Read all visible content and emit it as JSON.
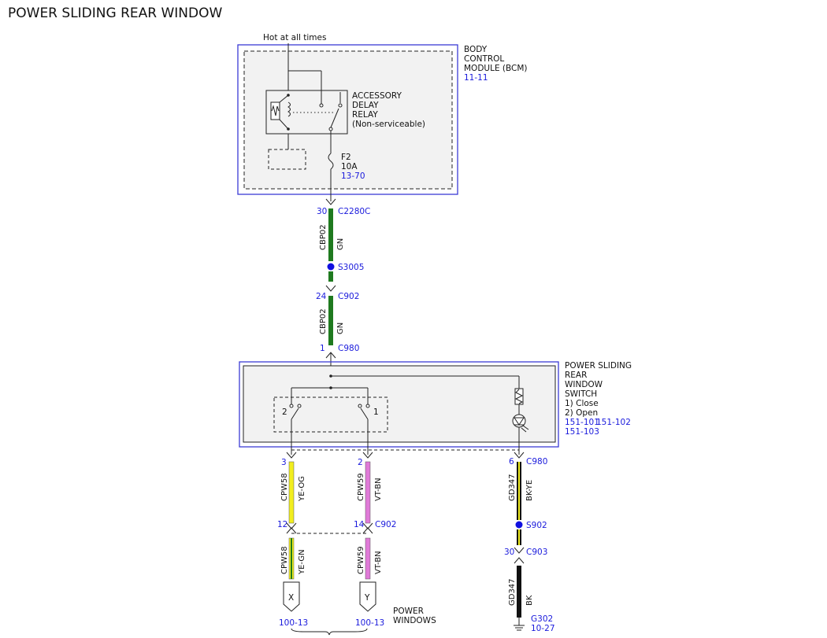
{
  "title": "POWER SLIDING REAR WINDOW",
  "supply_label": "Hot at all times",
  "bcm": {
    "name_lines": [
      "BODY",
      "CONTROL",
      "MODULE (BCM)"
    ],
    "ref": "11-11",
    "relay_lines": [
      "ACCESSORY",
      "DELAY",
      "RELAY",
      "(Non-serviceable)"
    ],
    "fuse": {
      "name": "F2",
      "rating": "10A",
      "ref": "13-70"
    }
  },
  "connectors": {
    "c2280c": {
      "pin": "30",
      "name": "C2280C"
    },
    "c902_top": {
      "pin": "24",
      "name": "C902"
    },
    "c980_top": {
      "pin": "1",
      "name": "C980"
    },
    "c980_left": {
      "pin": "3"
    },
    "c980_mid": {
      "pin": "2"
    },
    "c980_right": {
      "pin": "6",
      "name": "C980"
    },
    "c902_left": {
      "pin": "12"
    },
    "c902_mid": {
      "pin": "14",
      "name": "C902"
    },
    "c903": {
      "pin": "30",
      "name": "C903"
    }
  },
  "splices": {
    "s3005": "S3005",
    "s902": "S902"
  },
  "wires": {
    "cbp02_a": {
      "circuit": "CBP02",
      "color": "GN"
    },
    "cbp02_b": {
      "circuit": "CBP02",
      "color": "GN"
    },
    "cpw58_a": {
      "circuit": "CPW58",
      "color": "YE-OG"
    },
    "cpw59_a": {
      "circuit": "CPW59",
      "color": "VT-BN"
    },
    "gd347_a": {
      "circuit": "GD347",
      "color": "BK-YE"
    },
    "cpw58_b": {
      "circuit": "CPW58",
      "color": "YE-GN"
    },
    "cpw59_b": {
      "circuit": "CPW59",
      "color": "VT-BN"
    },
    "gd347_b": {
      "circuit": "GD347",
      "color": "BK"
    }
  },
  "switch": {
    "name_lines": [
      "POWER SLIDING",
      "REAR",
      "WINDOW",
      "SWITCH"
    ],
    "positions": [
      "1) Close",
      "2) Open"
    ],
    "refs_line1": "151-101",
    "refs_line1b": "151-102",
    "refs_line2": "151-103",
    "contact_left": "2",
    "contact_right": "1"
  },
  "terminals": {
    "x": {
      "label": "X",
      "ref": "100-13"
    },
    "y": {
      "label": "Y",
      "ref": "100-13"
    },
    "group_label_lines": [
      "POWER",
      "WINDOWS"
    ]
  },
  "ground": {
    "name": "G302",
    "ref": "10-27"
  },
  "colors": {
    "green": "#1f7a1f",
    "yellow": "#f2ee1f",
    "violet": "#e07ad8",
    "black": "#111111",
    "blue": "#1a1adc"
  }
}
